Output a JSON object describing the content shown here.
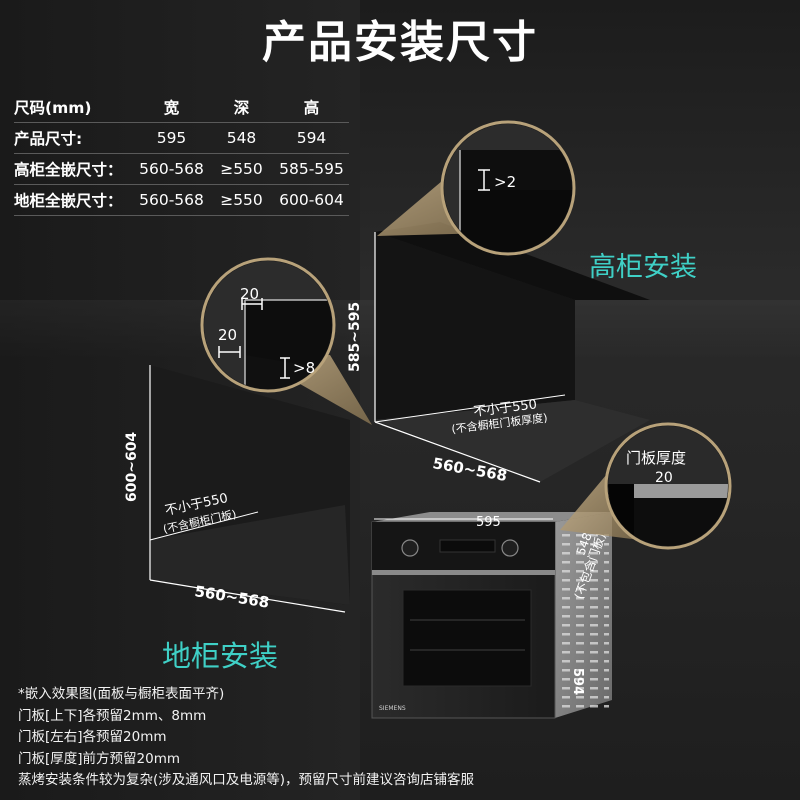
{
  "title": "产品安装尺寸",
  "spec_table": {
    "headers": [
      "尺码(mm)",
      "宽",
      "深",
      "高"
    ],
    "rows": [
      {
        "label": "产品尺寸:",
        "w": "595",
        "d": "548",
        "h": "594"
      },
      {
        "label": "高柜全嵌尺寸：",
        "w": "560-568",
        "d": "≥550",
        "h": "585-595"
      },
      {
        "label": "地柜全嵌尺寸：",
        "w": "560-568",
        "d": "≥550",
        "h": "600-604"
      }
    ]
  },
  "tall_cabinet": {
    "label": "高柜安装",
    "height": "585~595",
    "width": "560~568",
    "depth_main": "不小于550",
    "depth_note": "(不含橱柜门板厚度)",
    "gap_callout": ">2"
  },
  "base_cabinet": {
    "label": "地柜安装",
    "height": "600~604",
    "width": "560~568",
    "depth_main": "不小于550",
    "depth_note": "(不含橱柜门板)",
    "callout_top": "20",
    "callout_side": "20",
    "callout_bottom": ">8"
  },
  "oven": {
    "width": "595",
    "depth": "548",
    "depth_note": "(不包含门板)",
    "height": "594",
    "brand": "SIEMENS",
    "door_callout_label": "门板厚度",
    "door_callout_value": "20"
  },
  "notes": [
    "*嵌入效果图(面板与橱柜表面平齐)",
    "门板[上下]各预留2mm、8mm",
    "门板[左右]各预留20mm",
    "门板[厚度]前方预留20mm",
    "蒸烤安装条件较为复杂(涉及通风口及电源等)，预留尺寸前建议咨询店铺客服"
  ],
  "colors": {
    "accent_teal": "#3fd0c6",
    "gold": "#b8a27a",
    "background": "#232323"
  }
}
